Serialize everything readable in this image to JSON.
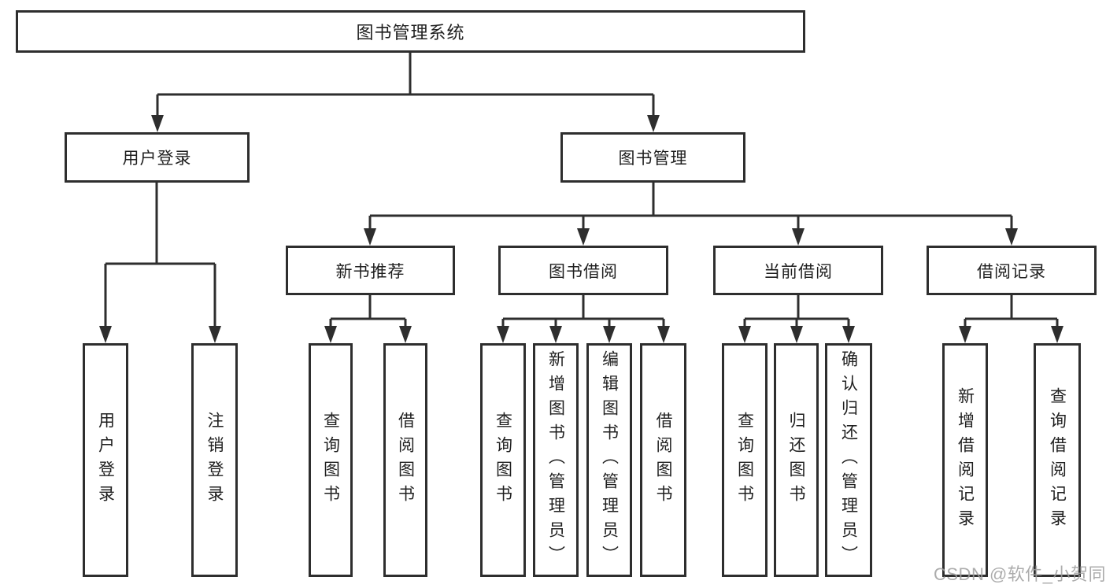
{
  "diagram": {
    "root": "图书管理系统",
    "branches": [
      {
        "label": "用户登录",
        "children": [
          "用户登录",
          "注销登录"
        ]
      },
      {
        "label": "图书管理",
        "children": [
          {
            "label": "新书推荐",
            "children": [
              "查询图书",
              "借阅图书"
            ]
          },
          {
            "label": "图书借阅",
            "children": [
              "查询图书",
              "新增图书（管理员）",
              "编辑图书（管理员）",
              "借阅图书"
            ]
          },
          {
            "label": "当前借阅",
            "children": [
              "查询图书",
              "归还图书",
              "确认归还（管理员）"
            ]
          },
          {
            "label": "借阅记录",
            "children": [
              "新增借阅记录",
              "查询借阅记录"
            ]
          }
        ]
      }
    ]
  },
  "colors": {
    "line": "#2e2e2e",
    "text": "#1f1f1f",
    "background": "#ffffff",
    "watermark": "#9e9e9e"
  },
  "watermark": "CSDN @软件_小贺同学"
}
